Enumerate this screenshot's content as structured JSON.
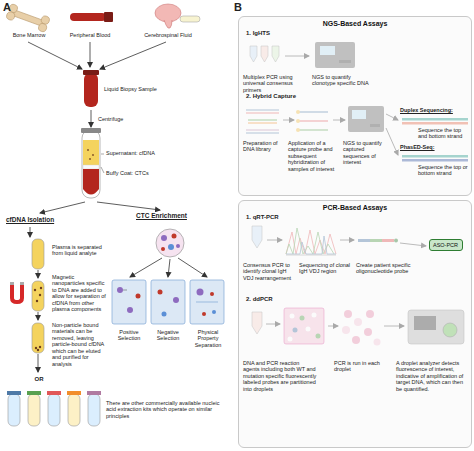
{
  "diagram": {
    "nodes": [
      {
        "text": [
          "NGS-Based Assays"
        ]
      },
      {
        "text": [
          "PCR-Based Assays"
        ]
      },
      {
        "text": [
          "ASO-PCR"
        ],
        "in": 1
      }
    ],
    "labels": [
      "A",
      "Bone Marrow",
      "Peripheral Blood",
      "Cerebrospinal Fluid",
      "Liquid Biopsy Sample",
      "Centrifuge",
      "Supernatant: cfDNA",
      "Buffy Coat: CTCs",
      "cfDNA Isolation",
      "CTC Enrichment",
      "Plasma is separated from liquid analyte",
      "Magnetic nanoparticles specific to DNA are added to allow for separation of cfDNA from other plasma components",
      "Non-particle bound materials can be removed, leaving particle-bound cfDNA which can be eluted and purified for analysis",
      "OR",
      "There are other commercially available nucleic acid extraction kits which operate on similar principles",
      "Positive Selection",
      "Negative Selection",
      "Physical Property Separation",
      "B",
      "1. IgHTS",
      "Multiplex PCR using universal consensus primers",
      "NGS to quantify clonotype specific DNA",
      "2. Hybrid Capture",
      "Preparation of DNA library",
      "Application of a capture probe and subsequent hybridization of samples of interest",
      "NGS to quantify captured sequences of interest",
      "Duplex Sequencing:",
      "Sequence the top and bottom strand",
      "PhasED-Seq:",
      "Sequence the top or bottom strand",
      "1. qRT-PCR",
      "Consensus PCR to identify clonal IgH VDJ rearrangement",
      "Sequencing of clonal IgH VDJ region",
      "Create patient specific oligonucleotide probe",
      "2. ddPCR",
      "DNA and PCR reaction agents including both WT and mutation specific fluorescently labeled probes are partitioned into droplets",
      "PCR is run in each droplet",
      "A droplet analyzer detects fluorescence of interest, indicative of amplification of target DNA, which can then be quantified."
    ]
  }
}
